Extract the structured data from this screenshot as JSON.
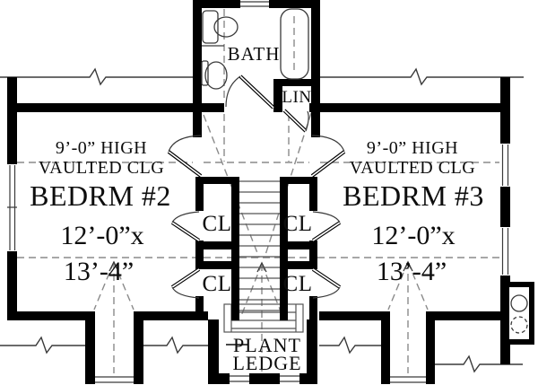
{
  "plan": {
    "labels": {
      "bath": "BATH",
      "linen": "LIN",
      "closet": "CL",
      "plant_ledge_line1": "PLANT",
      "plant_ledge_line2": "LEDGE"
    },
    "bedroom2": {
      "name": "BEDRM #2",
      "ceiling_line1": "9’-0” HIGH",
      "ceiling_line2": "VAULTED CLG",
      "dim_line1": "12’-0”x",
      "dim_line2": "13’-4”"
    },
    "bedroom3": {
      "name": "BEDRM #3",
      "ceiling_line1": "9’-0” HIGH",
      "ceiling_line2": "VAULTED CLG",
      "dim_line1": "12’-0”x",
      "dim_line2": "13’-4”"
    },
    "colors": {
      "wall": "#000000",
      "thin_line": "#3a3a3a",
      "dashed_line": "#8a8a8a",
      "text": "#0d0d0d",
      "background": "#ffffff"
    }
  }
}
